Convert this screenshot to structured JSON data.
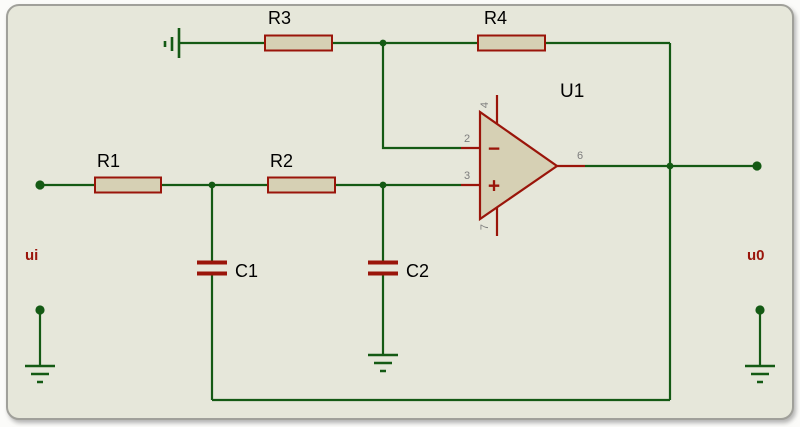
{
  "schematic": {
    "components": {
      "r1": "R1",
      "r2": "R2",
      "r3": "R3",
      "r4": "R4",
      "c1": "C1",
      "c2": "C2",
      "u1": "U1"
    },
    "opamp_pins": {
      "inverting": "2",
      "non_inverting": "3",
      "output": "6",
      "positive_supply": "4",
      "negative_supply": "7"
    },
    "opamp_symbols": {
      "inverting": "−",
      "non_inverting": "+"
    },
    "net_labels": {
      "input": "ui",
      "output": "u0"
    },
    "colors": {
      "background": "#e6e7da",
      "wire": "#145a14",
      "component_outline": "#9a150a",
      "component_fill": "#d6d0b4",
      "label_text": "#000000",
      "net_label_text": "#9a150a",
      "pin_number_text": "#7d7d7d",
      "sheet_border": "#a0a09a"
    }
  }
}
